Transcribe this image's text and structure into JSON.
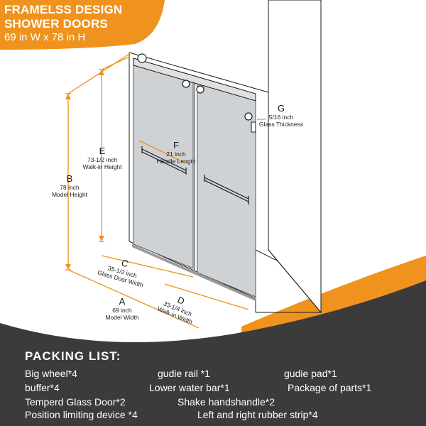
{
  "title": {
    "line1": "FRAMELSS DESIGN",
    "line2": "SHOWER DOORS",
    "line3": "69 in W x 78 in H"
  },
  "dimensions": {
    "A": {
      "letter": "A",
      "value": "69 inch",
      "label": "Model Width"
    },
    "B": {
      "letter": "B",
      "value": "78 inch",
      "label": "Model Height"
    },
    "C": {
      "letter": "C",
      "value": "35-1/2 inch",
      "label": "Glass Door Width"
    },
    "D": {
      "letter": "D",
      "value": "33-1/4 inch",
      "label": "Walk-in Width"
    },
    "E": {
      "letter": "E",
      "value": "73-1/2 inch",
      "label": "Walk-in Height"
    },
    "F": {
      "letter": "F",
      "value": "21 inch",
      "label": "Handle Length"
    },
    "G": {
      "letter": "G",
      "value": "5/16 inch",
      "label": "Glass Thickness"
    }
  },
  "packing": {
    "title": "PACKING LIST:",
    "items": [
      "Big wheel*4",
      "gudie rail *1",
      "gudie pad*1",
      "buffer*4",
      "Lower water bar*1",
      "Package of parts*1",
      "Temperd Glass Door*2",
      "Shake handshandle*2",
      "Position limiting device *4",
      "Left and right rubber strip*4"
    ]
  },
  "colors": {
    "accent": "#f0921e",
    "panel": "#3b3b3b",
    "line": "#1a1a1a",
    "glass": "#cfd2d4"
  }
}
